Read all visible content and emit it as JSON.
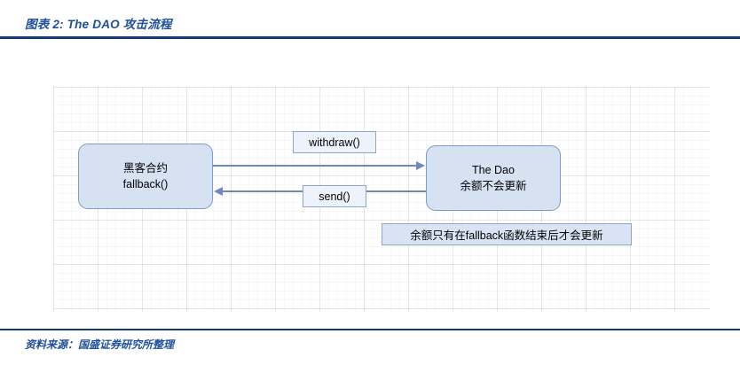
{
  "header": {
    "title": "图表 2:  The DAO 攻击流程",
    "rule_color": "#123b77",
    "title_color": "#1f4e9c"
  },
  "footer": {
    "source": "资料来源：国盛证券研究所整理"
  },
  "diagram": {
    "type": "flow",
    "background": "grid",
    "nodes": [
      {
        "id": "hacker-contract",
        "line1": "黑客合约",
        "line2": "fallback()",
        "fill": "#d6e1f2",
        "border": "#7f9bc4"
      },
      {
        "id": "the-dao",
        "line1": "The Dao",
        "line2": "余额不会更新",
        "fill": "#d6e1f2",
        "border": "#7f9bc4"
      }
    ],
    "edges": [
      {
        "id": "withdraw",
        "label": "withdraw()",
        "from": "hacker-contract",
        "to": "the-dao",
        "direction": "right",
        "color": "#7289b5"
      },
      {
        "id": "send",
        "label": "send()",
        "from": "the-dao",
        "to": "hacker-contract",
        "direction": "left",
        "color": "#7289b5"
      }
    ],
    "annotation": "余额只有在fallback函数结束后才会更新"
  }
}
